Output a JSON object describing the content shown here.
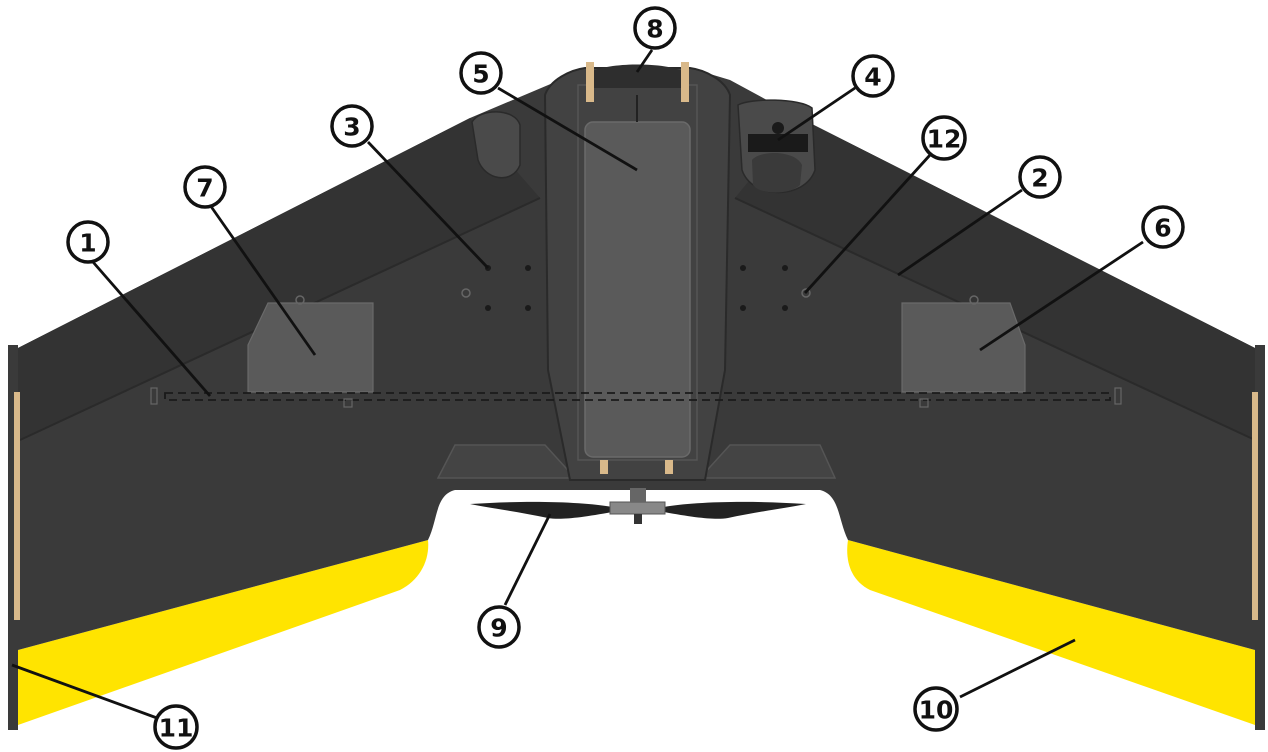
{
  "diagram": {
    "colors": {
      "body": "#3a3a3a",
      "body_dark": "#2e2e2e",
      "fuselage": "#424242",
      "panel": "#5a5a5a",
      "elevon": "#ffe400",
      "winglet_strip": "#d9b98a"
    },
    "callouts": [
      {
        "id": "1",
        "label": "1"
      },
      {
        "id": "2",
        "label": "2"
      },
      {
        "id": "3",
        "label": "3"
      },
      {
        "id": "4",
        "label": "4"
      },
      {
        "id": "5",
        "label": "5"
      },
      {
        "id": "6",
        "label": "6"
      },
      {
        "id": "7",
        "label": "7"
      },
      {
        "id": "8",
        "label": "8"
      },
      {
        "id": "9",
        "label": "9"
      },
      {
        "id": "10",
        "label": "10"
      },
      {
        "id": "11",
        "label": "11"
      },
      {
        "id": "12",
        "label": "12"
      }
    ]
  }
}
